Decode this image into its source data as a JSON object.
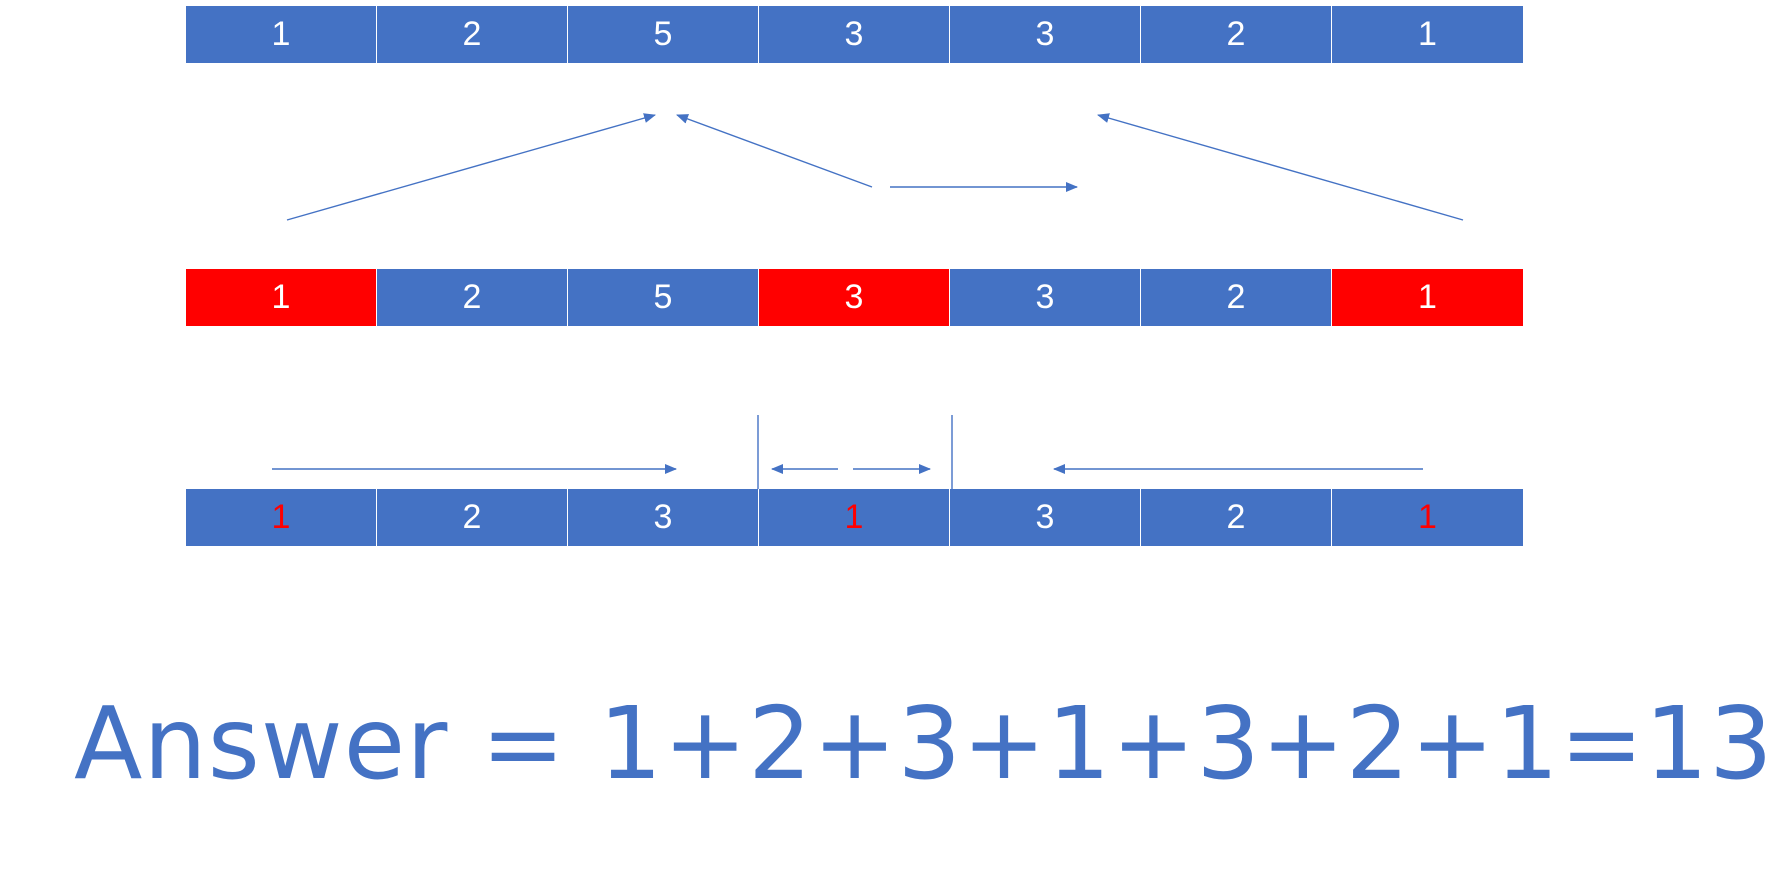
{
  "colors": {
    "blue": "#4472C4",
    "red": "#FF0000",
    "white": "#FFFFFF"
  },
  "rows": {
    "top": [
      {
        "value": "1"
      },
      {
        "value": "2"
      },
      {
        "value": "5"
      },
      {
        "value": "3"
      },
      {
        "value": "3"
      },
      {
        "value": "2"
      },
      {
        "value": "1"
      }
    ],
    "middle": [
      {
        "value": "1",
        "highlight": "red-background"
      },
      {
        "value": "2"
      },
      {
        "value": "5"
      },
      {
        "value": "3",
        "highlight": "red-background"
      },
      {
        "value": "3"
      },
      {
        "value": "2"
      },
      {
        "value": "1",
        "highlight": "red-background"
      }
    ],
    "bottom": [
      {
        "value": "1",
        "highlight": "red-text"
      },
      {
        "value": "2"
      },
      {
        "value": "3"
      },
      {
        "value": "1",
        "highlight": "red-text"
      },
      {
        "value": "3"
      },
      {
        "value": "2"
      },
      {
        "value": "1",
        "highlight": "red-text"
      }
    ]
  },
  "answer": "Answer = 1+2+3+1+3+2+1=13"
}
